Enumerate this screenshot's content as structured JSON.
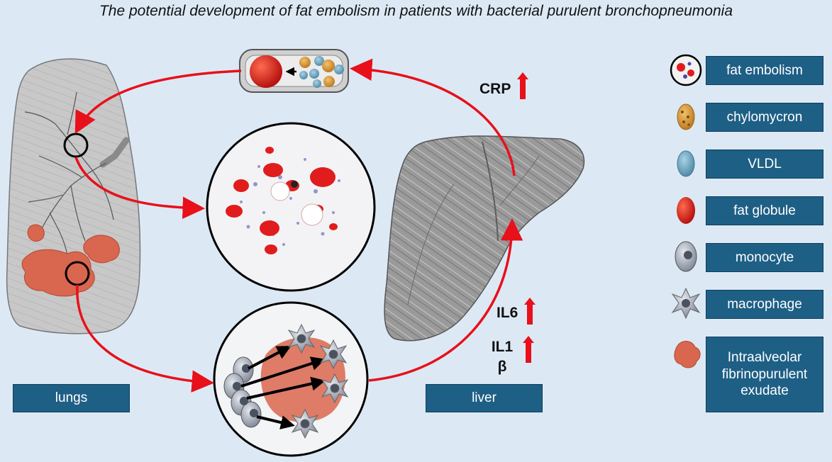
{
  "title": "The potential development of fat embolism in patients with bacterial purulent bronchopneumonia",
  "organs": {
    "lungs": "lungs",
    "liver": "liver"
  },
  "markers": {
    "crp": "CRP",
    "il6": "IL6",
    "il1b_line1": "IL1",
    "il1b_line2": "β"
  },
  "legend": [
    {
      "icon": "fat-embolism-icon",
      "label": "fat embolism"
    },
    {
      "icon": "chylomicron-icon",
      "label": "chylomycron"
    },
    {
      "icon": "vldl-icon",
      "label": "VLDL"
    },
    {
      "icon": "fat-globule-icon",
      "label": "fat globule"
    },
    {
      "icon": "monocyte-icon",
      "label": "monocyte"
    },
    {
      "icon": "macrophage-icon",
      "label": "macrophage"
    },
    {
      "icon": "exudate-icon",
      "label": "Intraalveolar fibrinopurulent exudate"
    }
  ],
  "colors": {
    "background": "#dce9f5",
    "label_box": "#1e5f85",
    "arrow": "#e8101a",
    "fat": "#d8261b",
    "exudate": "#d9664f",
    "chylomicron": "#d89a3a",
    "vldl": "#6ea6c2"
  }
}
